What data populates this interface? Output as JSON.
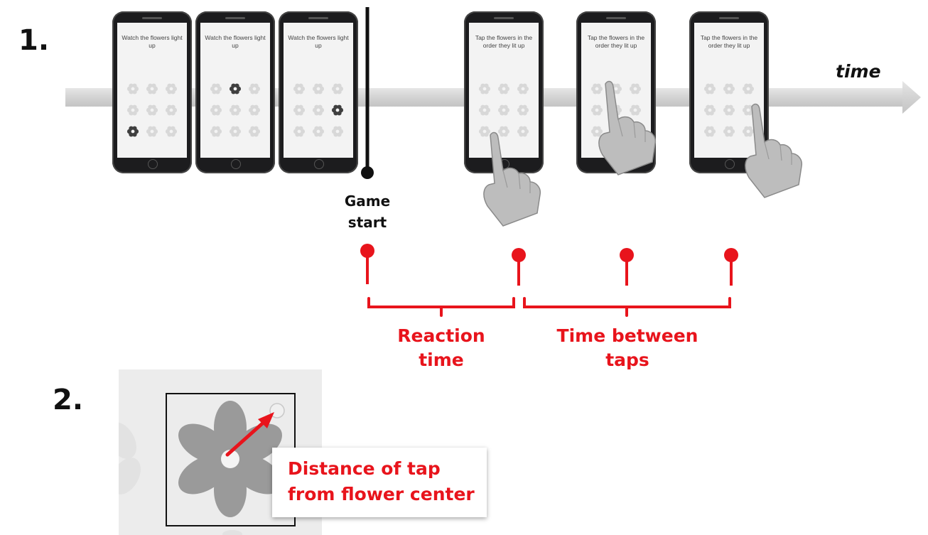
{
  "step_labels": {
    "step1": "1.",
    "step2": "2."
  },
  "timeline": {
    "time_label": "time",
    "game_start": [
      "Game",
      "start"
    ]
  },
  "phones": [
    {
      "instruction": "Watch the flowers light up",
      "lit": [
        6
      ],
      "show_bottom": false,
      "hand": false
    },
    {
      "instruction": "Watch the flowers light up",
      "lit": [
        1
      ],
      "show_bottom": false,
      "hand": false
    },
    {
      "instruction": "Watch the flowers light up",
      "lit": [
        5
      ],
      "show_bottom": false,
      "hand": false
    },
    {
      "instruction": "Tap the flowers in the order they lit up",
      "lit": [],
      "show_bottom": true,
      "hand": true
    },
    {
      "instruction": "Tap the flowers in the order they lit up",
      "lit": [],
      "show_bottom": true,
      "hand": true
    },
    {
      "instruction": "Tap the flowers in the order they lit up",
      "lit": [],
      "show_bottom": true,
      "hand": true
    }
  ],
  "measures": {
    "reaction_time": [
      "Reaction",
      "time"
    ],
    "time_between_taps": [
      "Time between",
      "taps"
    ]
  },
  "panel2": {
    "callout": [
      "Distance of tap",
      "from flower center"
    ]
  },
  "colors": {
    "accent_red": "#e8141c",
    "arrow_gray": "#d6d6d6",
    "phone_body": "#1c1c1e",
    "flower_dim": "#d8d8d8",
    "flower_lit": "#3f3f3f",
    "flower_large": "#9a9a9a"
  },
  "icons": [
    "flower-icon",
    "hand-icon",
    "arrow-icon"
  ]
}
